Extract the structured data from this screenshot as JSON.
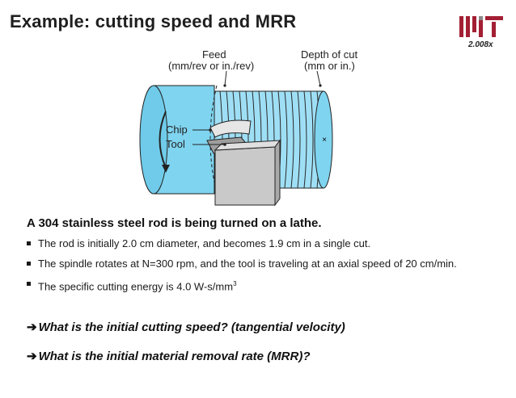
{
  "slide": {
    "title": "Example: cutting speed and MRR",
    "course_tag": "2.008x"
  },
  "figure": {
    "labels": {
      "feed": "Feed",
      "feed_units": "(mm/rev or in./rev)",
      "depth": "Depth of cut",
      "depth_units": "(mm or in.)",
      "chip": "Chip",
      "tool": "Tool"
    }
  },
  "problem": {
    "heading": "A 304 stainless steel rod is being turned on a lathe.",
    "bullets": [
      "The rod is initially 2.0 cm diameter, and becomes 1.9 cm in a single cut.",
      "The spindle rotates at N=300 rpm, and the tool is traveling at an axial speed of 20 cm/min.",
      "The specific cutting energy is 4.0 W-s/mm"
    ],
    "energy_exponent": "3"
  },
  "questions": [
    "What is the initial cutting speed? (tangential velocity)",
    "What is the initial material removal rate (MRR)?"
  ],
  "colors": {
    "accent": "#a31f34",
    "rod": "#7fd4f0",
    "tool": "#bdbdbd"
  }
}
